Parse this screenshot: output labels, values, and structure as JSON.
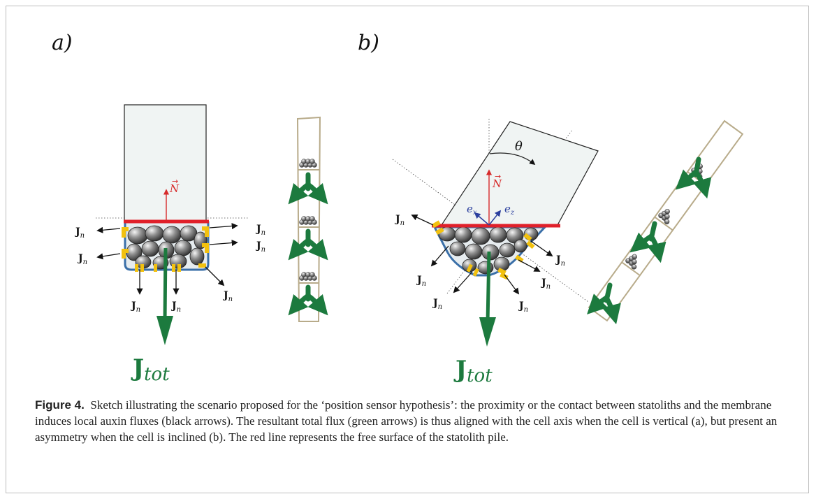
{
  "figure": {
    "panel_a": "a)",
    "panel_b": "b)",
    "flux_label": "J",
    "flux_sub": "n",
    "total_label": "J",
    "total_sub": "tot",
    "normal_label": "N",
    "ex_label": "e",
    "ex_sub": "x",
    "ez_label": "e",
    "ez_sub": "z",
    "angle_label": "θ",
    "colors": {
      "total_flux": "#1c7a3e",
      "free_surface": "#e0202a",
      "normal": "#d62a2a",
      "basis": "#2b3f9e",
      "cell_fill": "#f0f4f3",
      "sensor": "#f2c10f",
      "membrane": "#3a6fa8",
      "tissue_outline": "#b8ab8a"
    }
  },
  "caption": {
    "label": "Figure 4.",
    "text": "Sketch illustrating the scenario proposed for the ‘position sensor hypothesis’: the proximity or the contact between statoliths and the membrane induces local auxin fluxes (black arrows). The resultant total flux (green arrows) is thus aligned with the cell axis when the cell is vertical (a), but present an asymmetry when the cell is inclined (b). The red line represents the free surface of the statolith pile."
  }
}
